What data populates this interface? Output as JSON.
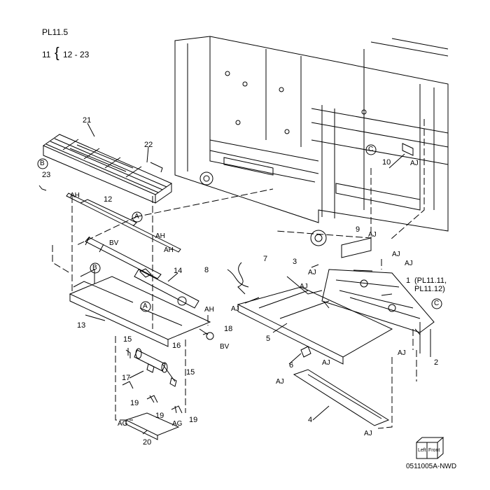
{
  "page": {
    "title": "PL11.5",
    "range_main": "11",
    "range_brace": "{",
    "range_sub": "12 - 23",
    "drawing_id": "0511005A-NWD"
  },
  "orientation": {
    "left": "Left",
    "front": "Front"
  },
  "parts": {
    "p1": "1",
    "p1_ref": "(PL11.11,",
    "p1_ref2": "PL11.12)",
    "p2": "2",
    "p3": "3",
    "p4": "4",
    "p5": "5",
    "p6": "6",
    "p7": "7",
    "p8": "8",
    "p9": "9",
    "p10": "10",
    "p12": "12",
    "p13": "13",
    "p14": "14",
    "p15a": "15",
    "p15b": "15",
    "p16": "16",
    "p17": "17",
    "p18": "18",
    "p19a": "19",
    "p19b": "19",
    "p19c": "19",
    "p20": "20",
    "p21": "21",
    "p22": "22",
    "p23": "23"
  },
  "markers": {
    "A": "A",
    "B": "B",
    "C": "C"
  },
  "codes": {
    "AH": "AH",
    "AJ": "AJ",
    "BV": "BV",
    "AG": "AG"
  }
}
